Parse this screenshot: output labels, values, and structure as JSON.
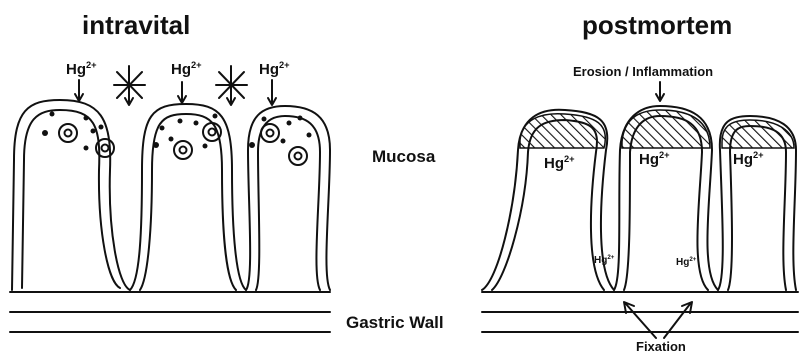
{
  "titles": {
    "left": "intravital",
    "right": "postmortem"
  },
  "labels": {
    "mucosa": "Mucosa",
    "gastric_wall": "Gastric Wall",
    "erosion": "Erosion / Inflammation",
    "fixation": "Fixation"
  },
  "ion": {
    "symbol": "Hg",
    "charge": "2+"
  }
}
